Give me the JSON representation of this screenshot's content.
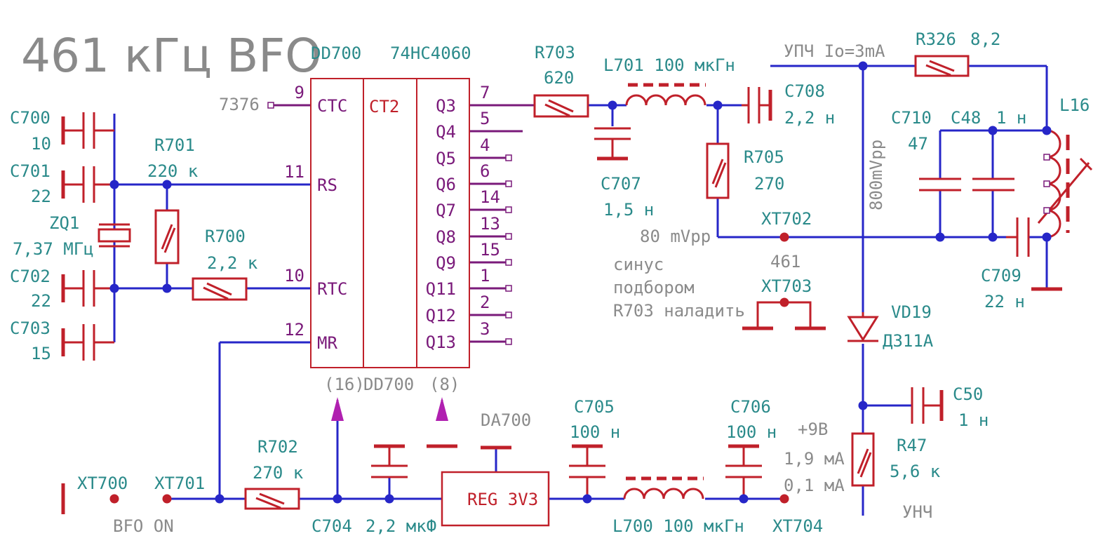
{
  "title": "461 кГц BFO",
  "chip": {
    "ref": "DD700",
    "part": "74HC4060",
    "func": "CT2",
    "ref_bottom": "DD700",
    "power_pin_label": "(16)",
    "gnd_pin_label": "(8)",
    "inputs": [
      {
        "label": "CTC",
        "pin": "9"
      },
      {
        "label": "RS",
        "pin": "11"
      },
      {
        "label": "RTC",
        "pin": "10"
      },
      {
        "label": "MR",
        "pin": "12"
      }
    ],
    "outputs": [
      {
        "label": "Q3",
        "pin": "7"
      },
      {
        "label": "Q4",
        "pin": "5"
      },
      {
        "label": "Q5",
        "pin": "4"
      },
      {
        "label": "Q6",
        "pin": "6"
      },
      {
        "label": "Q7",
        "pin": "14"
      },
      {
        "label": "Q8",
        "pin": "13"
      },
      {
        "label": "Q9",
        "pin": "15"
      },
      {
        "label": "Q11",
        "pin": "1"
      },
      {
        "label": "Q12",
        "pin": "2"
      },
      {
        "label": "Q13",
        "pin": "3"
      }
    ]
  },
  "nets": {
    "ctc_label": "7376"
  },
  "components": {
    "c700": {
      "ref": "C700",
      "value": "10"
    },
    "c701": {
      "ref": "C701",
      "value": "22"
    },
    "c702": {
      "ref": "C702",
      "value": "22"
    },
    "c703": {
      "ref": "C703",
      "value": "15"
    },
    "zq1": {
      "ref": "ZQ1",
      "value": "7,37 МГц"
    },
    "r701": {
      "ref": "R701",
      "value": "220 к"
    },
    "r700": {
      "ref": "R700",
      "value": "2,2 к"
    },
    "r703": {
      "ref": "R703",
      "value": "620"
    },
    "l701": {
      "ref_value": "L701 100 мкГн"
    },
    "c708": {
      "ref": "C708",
      "value": "2,2 н"
    },
    "c707": {
      "ref": "C707",
      "value": "1,5 н"
    },
    "r705": {
      "ref": "R705",
      "value": "270"
    },
    "r326": {
      "ref": "R326",
      "value": "8,2"
    },
    "c710": {
      "ref": "C710",
      "value": "47"
    },
    "c48": {
      "ref": "C48",
      "value": "1 н"
    },
    "l16": {
      "ref": "L16"
    },
    "c709": {
      "ref": "C709",
      "value": "22 н"
    },
    "vd19": {
      "ref": "VD19",
      "value": "Д311А"
    },
    "c50": {
      "ref": "C50",
      "value": "1 н"
    },
    "r47": {
      "ref": "R47",
      "value": "5,6 к"
    },
    "r702": {
      "ref": "R702",
      "value": "270 к"
    },
    "c704": {
      "ref": "C704",
      "value": "2,2 мкФ"
    },
    "da700": {
      "ref": "DA700",
      "body": "REG 3V3"
    },
    "c705": {
      "ref": "C705",
      "value": "100 н"
    },
    "c706": {
      "ref": "C706",
      "value": "100 н"
    },
    "l700": {
      "ref_value": "L700 100 мкГн"
    }
  },
  "connectors": {
    "xt700": "XT700",
    "xt701": "XT701",
    "xt702": "XT702",
    "xt703": "XT703",
    "xt704": "XT704"
  },
  "annotations": {
    "upch": "УПЧ Io=3mA",
    "v800": "800mVpp",
    "v80": "80 mVpp",
    "xt703_value": "461",
    "note_lines": [
      "синус",
      "подбором",
      "R703 наладить"
    ],
    "supply_voltage": "+9В",
    "current_1": "1,9 мА",
    "current_2": "0,1 мА",
    "bfo_on": "BFO ON",
    "unch": "УНЧ"
  },
  "colors": {
    "wire": "#2626c8",
    "component": "#c0202a",
    "chip": "#7a1a7a",
    "ref_label": "#2a8a8a",
    "note": "#8a8a8a",
    "power_arrow": "#b020b0"
  }
}
